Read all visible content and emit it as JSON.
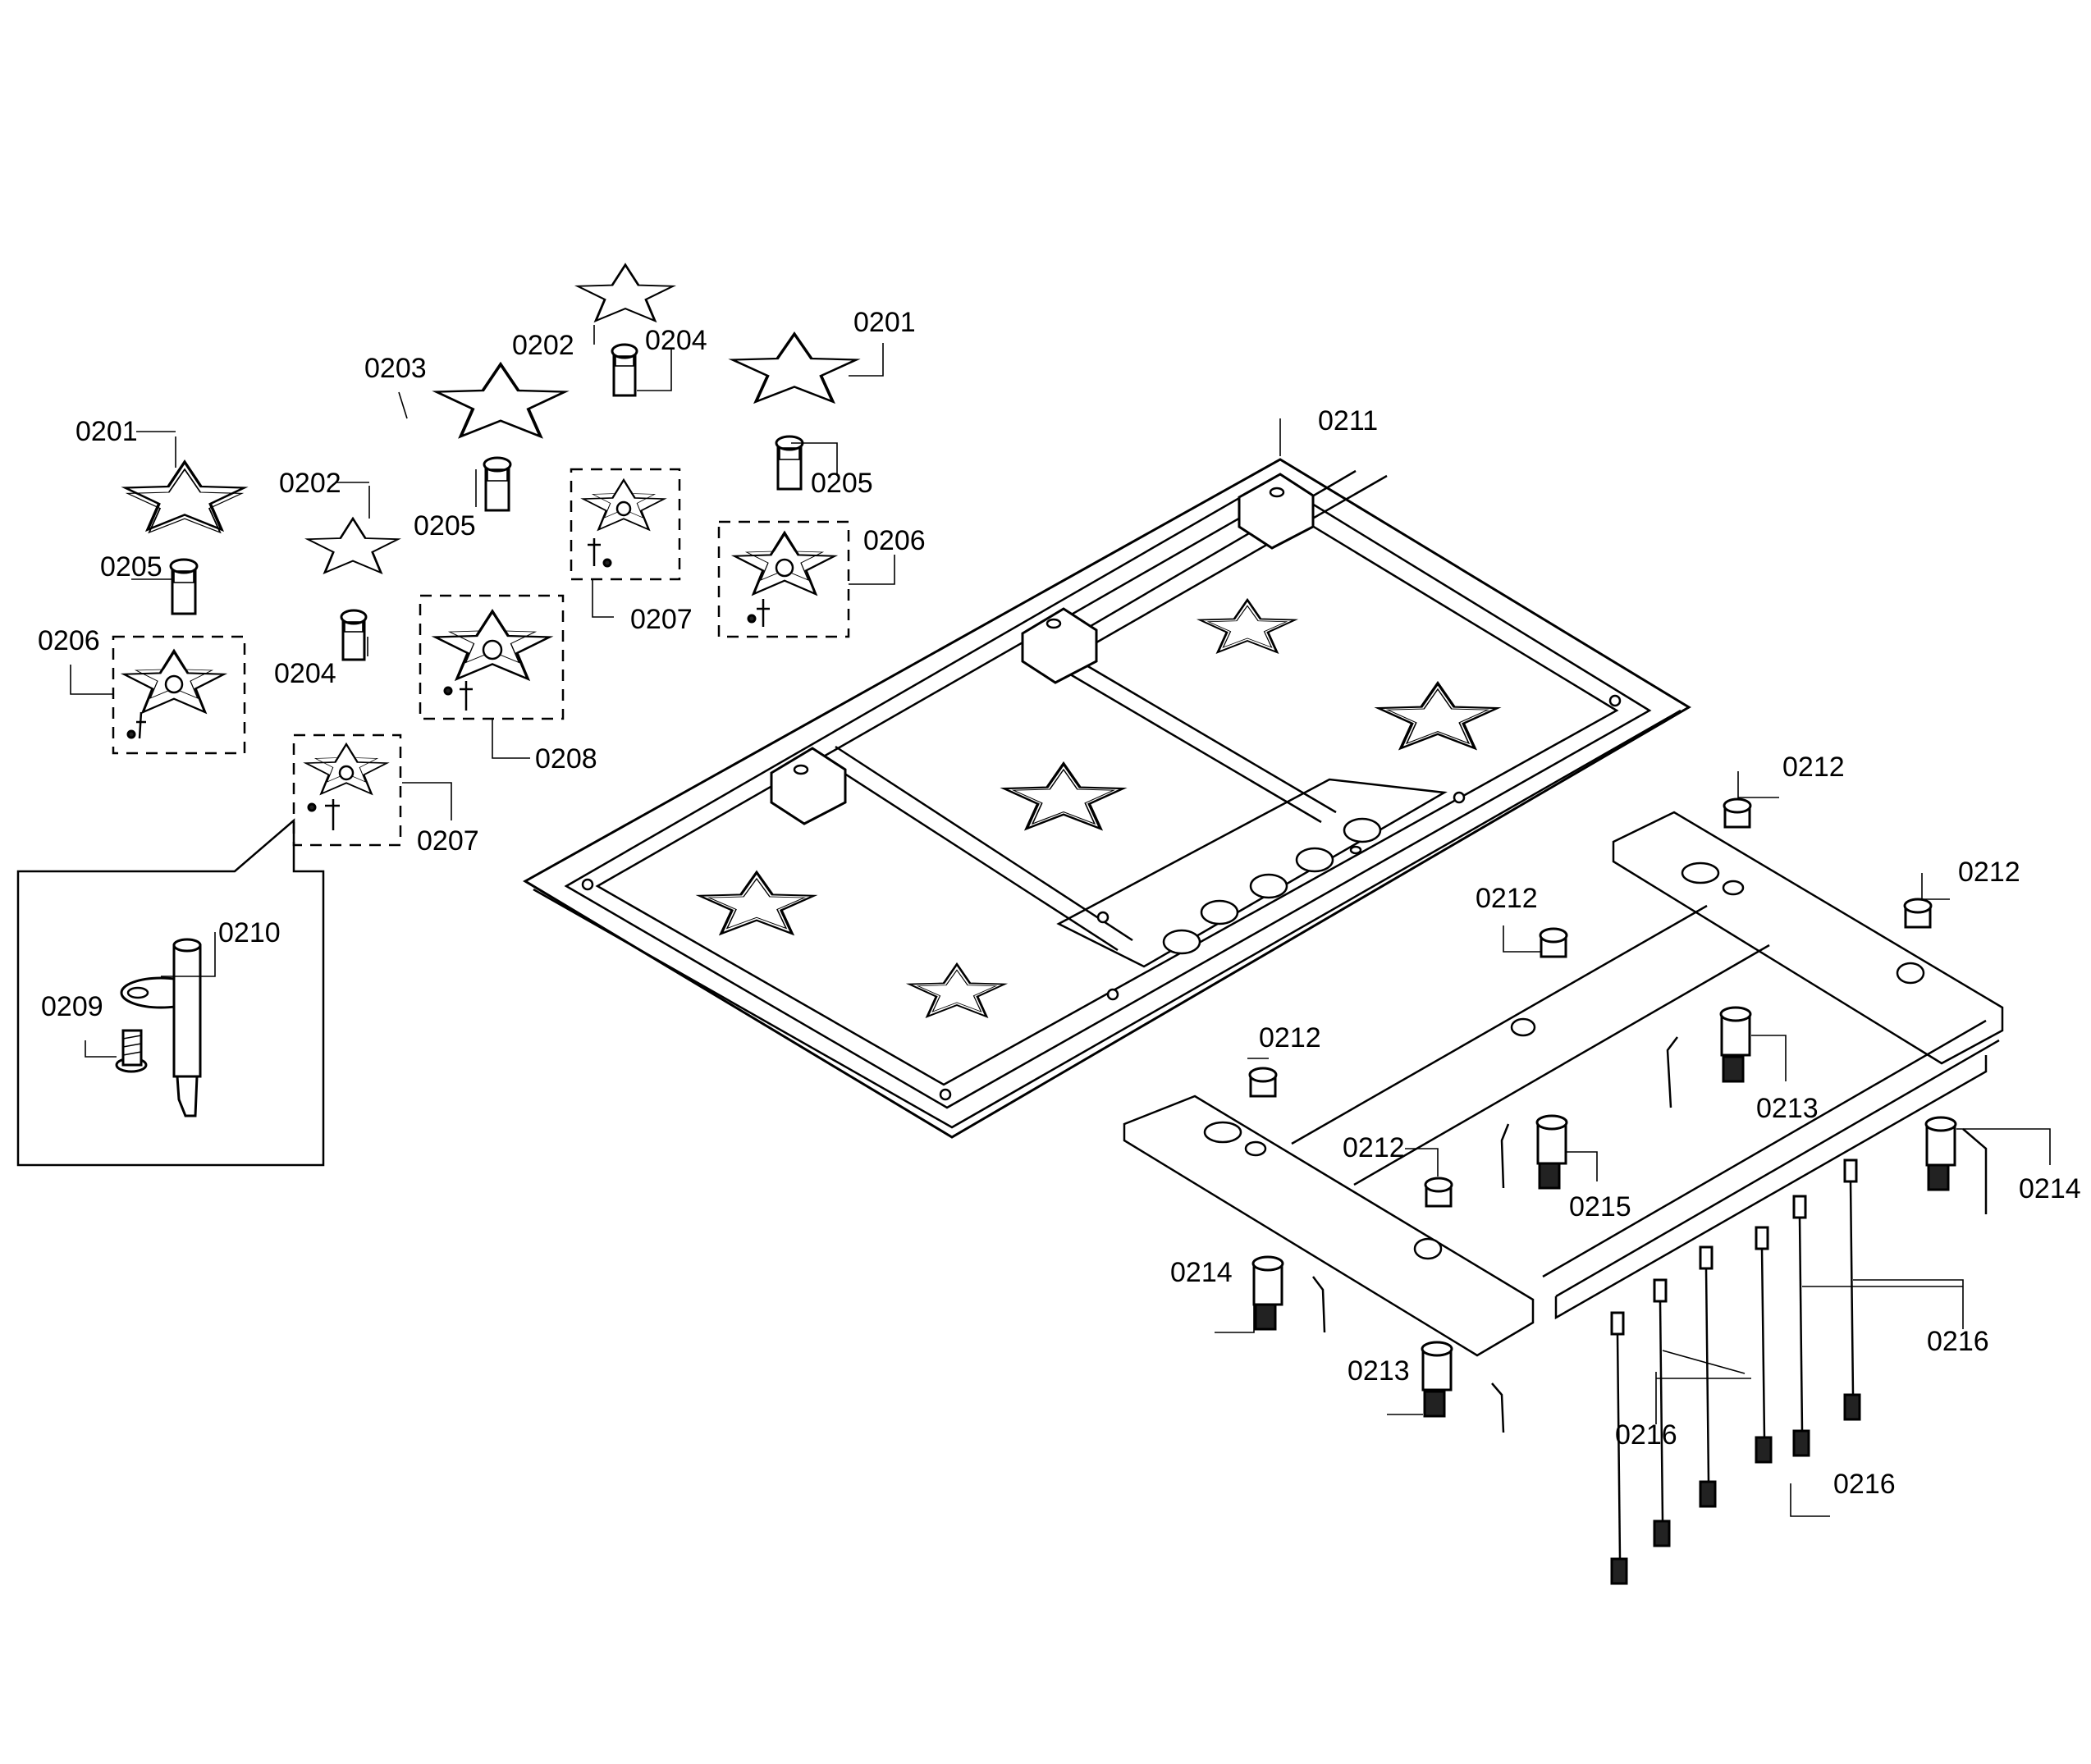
{
  "callouts": {
    "c0201_left": "0201",
    "c0201_right": "0201",
    "c0202_top": "0202",
    "c0202_left": "0202",
    "c0203": "0203",
    "c0204_top": "0204",
    "c0204_left": "0204",
    "c0205_left": "0205",
    "c0205_mid": "0205",
    "c0205_right": "0205",
    "c0206_left": "0206",
    "c0206_right": "0206",
    "c0207_top": "0207",
    "c0207_bottom": "0207",
    "c0208": "0208",
    "c0209": "0209",
    "c0210": "0210",
    "c0211": "0211",
    "c0212_a": "0212",
    "c0212_b": "0212",
    "c0212_c": "0212",
    "c0212_d": "0212",
    "c0212_e": "0212",
    "c0213_a": "0213",
    "c0213_b": "0213",
    "c0214_a": "0214",
    "c0214_b": "0214",
    "c0215": "0215",
    "c0216_a": "0216",
    "c0216_b": "0216",
    "c0216_c": "0216"
  }
}
